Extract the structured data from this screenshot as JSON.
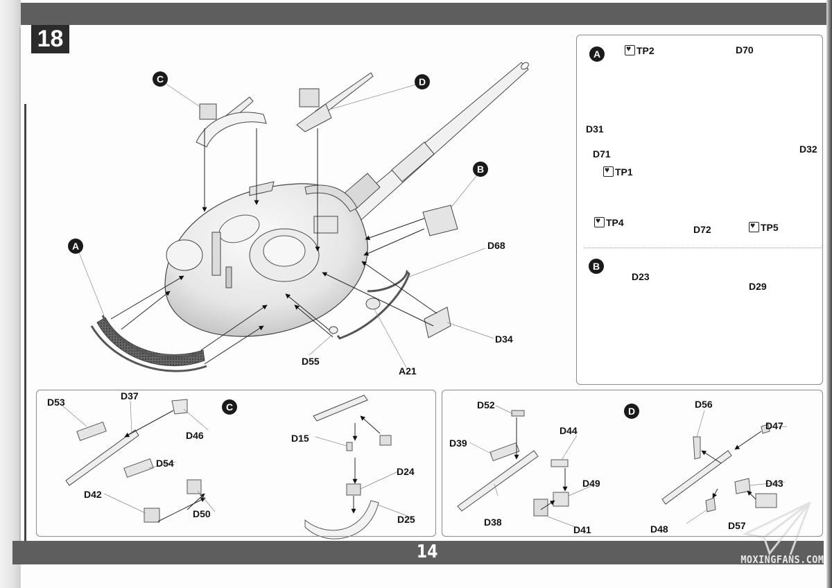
{
  "step": {
    "number": "18"
  },
  "footer": {
    "page_number": "14",
    "watermark": "MOXINGFANS.COM"
  },
  "main_assembly": {
    "callouts": [
      {
        "badge": "C"
      },
      {
        "badge": "D"
      },
      {
        "badge": "B"
      },
      {
        "badge": "A"
      }
    ],
    "parts": [
      "D68",
      "D34",
      "D55",
      "A21"
    ]
  },
  "sub_a": {
    "badge": "A",
    "parts": [
      "D70",
      "D31",
      "D71",
      "D32",
      "D72"
    ],
    "photo_etch": [
      "TP2",
      "TP1",
      "TP4",
      "TP5"
    ]
  },
  "sub_b": {
    "badge": "B",
    "parts": [
      "D23",
      "D29"
    ]
  },
  "sub_c": {
    "badge": "C",
    "parts": [
      "D53",
      "D37",
      "D46",
      "D54",
      "D42",
      "D50",
      "D15",
      "D24",
      "D25"
    ]
  },
  "sub_d": {
    "badge": "D",
    "parts": [
      "D52",
      "D39",
      "D44",
      "D49",
      "D38",
      "D41",
      "D56",
      "D47",
      "D43",
      "D48",
      "D57"
    ]
  },
  "colors": {
    "band": "#5e5e5e",
    "badge": "#1a1a1a",
    "step_box": "#2b2b2b"
  },
  "icons": [
    "photo-etch-icon",
    "watermark-plane-icon"
  ]
}
